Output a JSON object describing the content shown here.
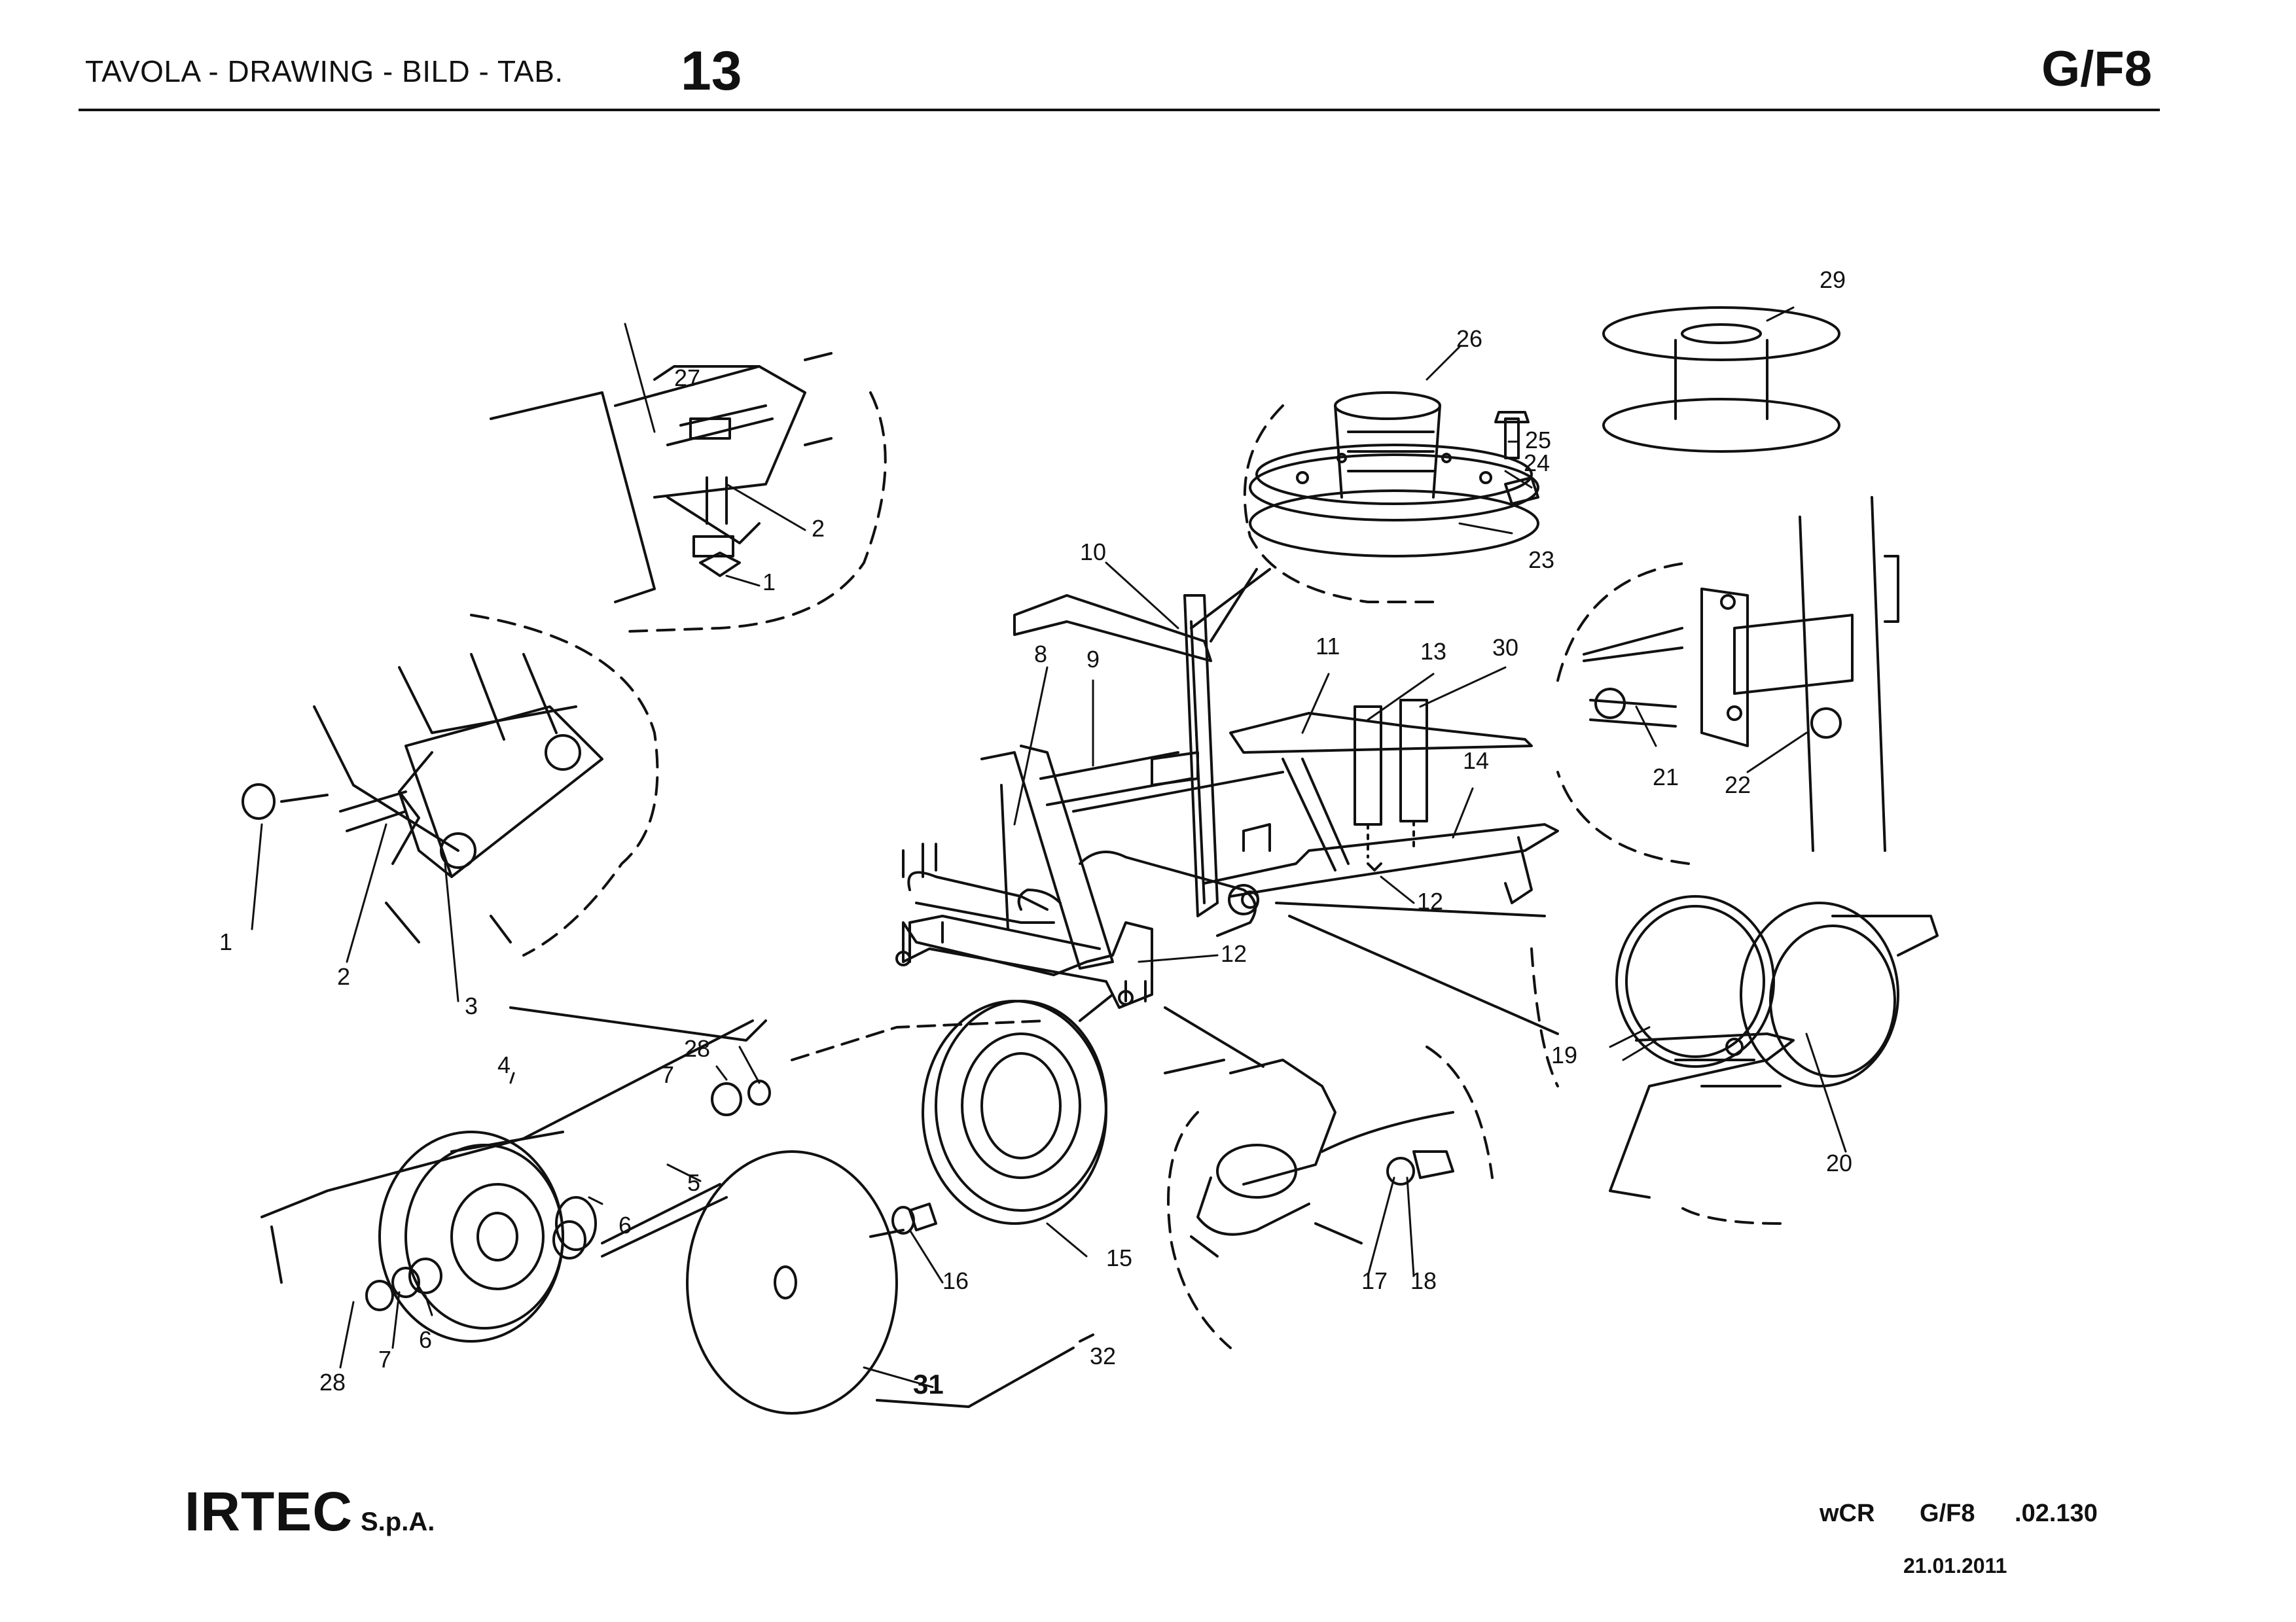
{
  "header": {
    "title": "TAVOLA - DRAWING - BILD - TAB.",
    "table_number": "13",
    "model_code": "G/F8"
  },
  "callouts": {
    "c1a": "1",
    "c1b": "1",
    "c2a": "2",
    "c2b": "2",
    "c3": "3",
    "c4": "4",
    "c5": "5",
    "c6a": "6",
    "c6b": "6",
    "c7a": "7",
    "c7b": "7",
    "c8": "8",
    "c9": "9",
    "c10": "10",
    "c11": "11",
    "c12a": "12",
    "c12b": "12",
    "c13": "13",
    "c14": "14",
    "c15": "15",
    "c16": "16",
    "c17": "17",
    "c18": "18",
    "c19": "19",
    "c20": "20",
    "c21": "21",
    "c22": "22",
    "c23": "23",
    "c24": "24",
    "c25": "25",
    "c26": "26",
    "c27": "27",
    "c28a": "28",
    "c28b": "28",
    "c29": "29",
    "c30": "30",
    "c31": "31",
    "c32": "32"
  },
  "footer": {
    "company": "IRTEC",
    "company_suffix": "S.p.A.",
    "ref_a": "wCR",
    "ref_b": "G/F8",
    "ref_c": ".02.130",
    "date": "21.01.2011"
  }
}
